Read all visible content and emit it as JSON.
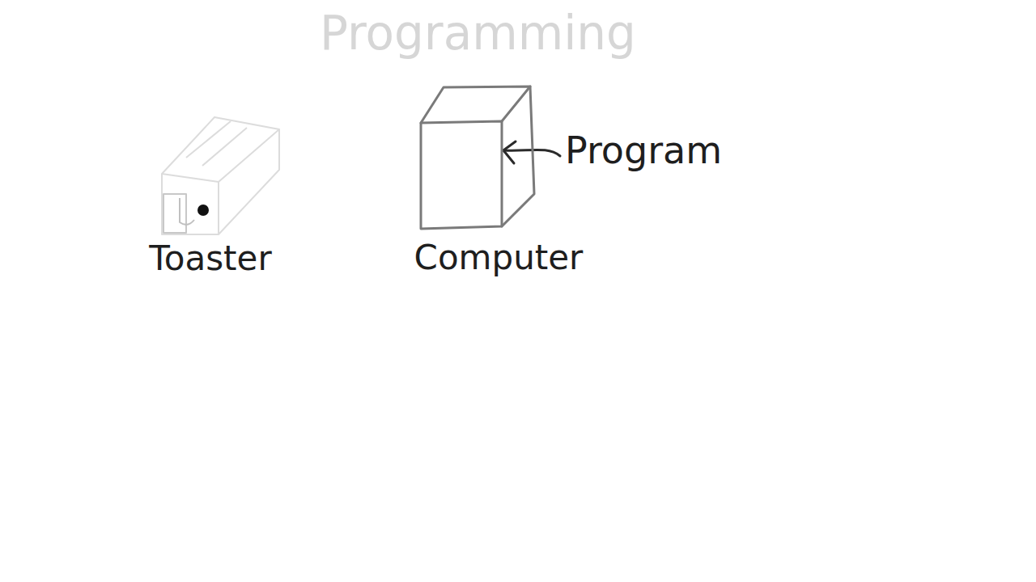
{
  "diagram": {
    "title": "Programming",
    "nodes": [
      {
        "text": [
          "Toaster"
        ]
      },
      {
        "text": [
          "Computer"
        ]
      }
    ],
    "labels": [
      "Program"
    ]
  }
}
